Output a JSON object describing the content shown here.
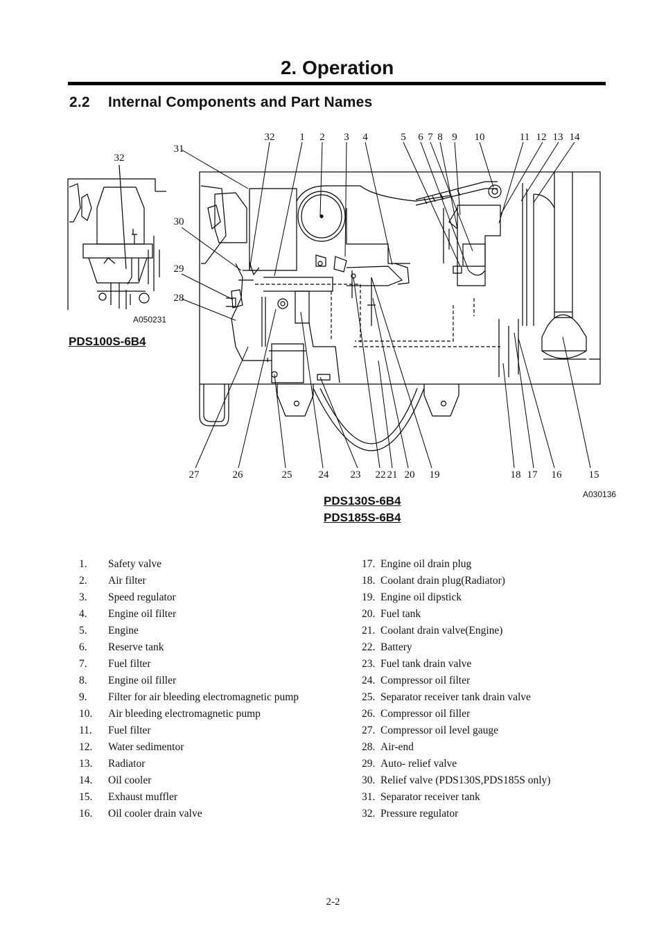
{
  "page": {
    "chapter_title": "2. Operation",
    "section_number": "2.2",
    "section_title": "Internal Components and Part Names",
    "page_number": "2-2"
  },
  "figure_small": {
    "callout": "32",
    "code": "A050231",
    "model": "PDS100S-6B4"
  },
  "figure_main": {
    "code": "A030136",
    "models": [
      "PDS130S-6B4",
      "PDS185S-6B4"
    ],
    "callouts_top": [
      "32",
      "1",
      "2",
      "3",
      "4",
      "5",
      "6",
      "7",
      "8",
      "9",
      "10",
      "11",
      "12",
      "13",
      "14"
    ],
    "callouts_left": [
      "31",
      "30",
      "29",
      "28"
    ],
    "callouts_bottom": [
      "27",
      "26",
      "25",
      "24",
      "23",
      "22",
      "21",
      "20",
      "19",
      "18",
      "17",
      "16",
      "15"
    ]
  },
  "parts_left": [
    {
      "n": "1.",
      "name": "Safety valve"
    },
    {
      "n": "2.",
      "name": "Air filter"
    },
    {
      "n": "3.",
      "name": "Speed regulator"
    },
    {
      "n": "4.",
      "name": "Engine oil filter"
    },
    {
      "n": "5.",
      "name": "Engine"
    },
    {
      "n": "6.",
      "name": "Reserve tank"
    },
    {
      "n": "7.",
      "name": "Fuel filter"
    },
    {
      "n": "8.",
      "name": "Engine oil filler"
    },
    {
      "n": "9.",
      "name": "Filter for air bleeding electromagnetic pump"
    },
    {
      "n": "10.",
      "name": "Air bleeding electromagnetic pump"
    },
    {
      "n": "11.",
      "name": "Fuel filter"
    },
    {
      "n": "12.",
      "name": "Water sedimentor"
    },
    {
      "n": "13.",
      "name": "Radiator"
    },
    {
      "n": "14.",
      "name": "Oil cooler"
    },
    {
      "n": "15.",
      "name": "Exhaust muffler"
    },
    {
      "n": "16.",
      "name": "Oil cooler drain valve"
    }
  ],
  "parts_right": [
    {
      "n": "17.",
      "name": "Engine oil drain plug"
    },
    {
      "n": "18.",
      "name": "Coolant drain plug(Radiator)"
    },
    {
      "n": "19.",
      "name": "Engine oil dipstick"
    },
    {
      "n": "20.",
      "name": "Fuel tank"
    },
    {
      "n": "21.",
      "name": "Coolant drain valve(Engine)"
    },
    {
      "n": "22.",
      "name": "Battery"
    },
    {
      "n": "23.",
      "name": "Fuel tank drain valve"
    },
    {
      "n": "24.",
      "name": "Compressor oil filter"
    },
    {
      "n": "25.",
      "name": "Separator receiver tank drain valve"
    },
    {
      "n": "26.",
      "name": "Compressor oil filler"
    },
    {
      "n": "27.",
      "name": "Compressor oil level gauge"
    },
    {
      "n": "28.",
      "name": "Air-end"
    },
    {
      "n": "29.",
      "name": "Auto- relief valve"
    },
    {
      "n": "30.",
      "name": "Relief valve (PDS130S,PDS185S only)"
    },
    {
      "n": "31.",
      "name": "Separator receiver tank"
    },
    {
      "n": "32.",
      "name": "Pressure regulator"
    }
  ]
}
